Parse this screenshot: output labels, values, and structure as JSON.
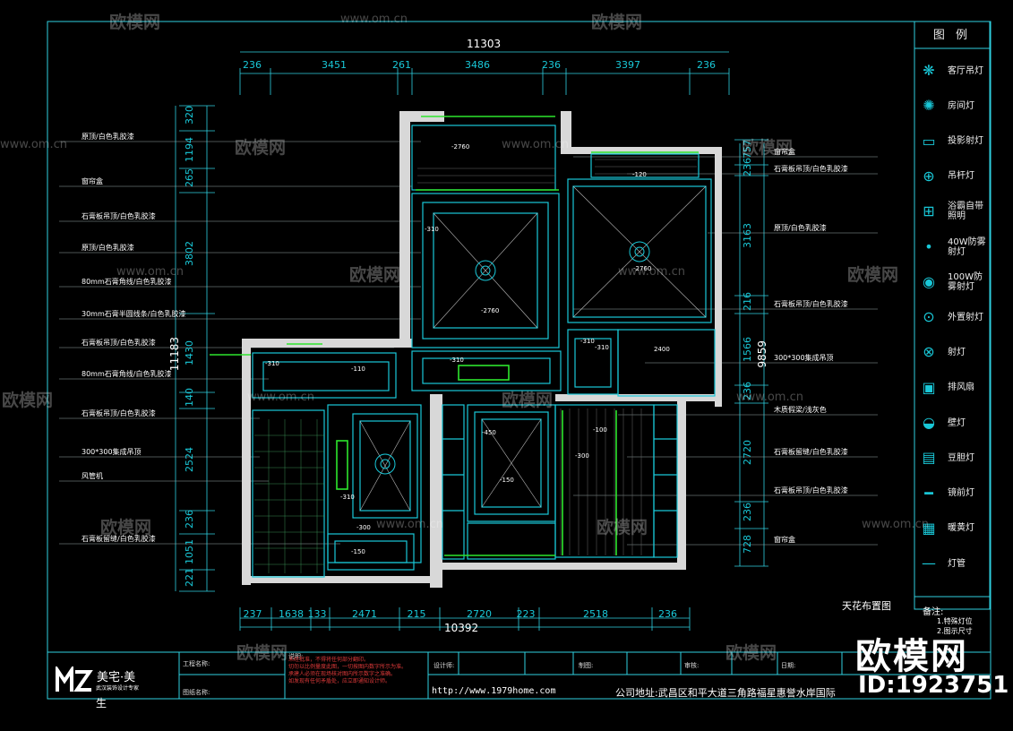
{
  "legend": {
    "title": "图 例",
    "items": [
      {
        "label": "客厅吊灯",
        "icon": "chandelier-icon"
      },
      {
        "label": "房间灯",
        "icon": "room-light-icon"
      },
      {
        "label": "投影射灯",
        "icon": "projection-spotlight-icon"
      },
      {
        "label": "吊杆灯",
        "icon": "pendant-rod-light-icon"
      },
      {
        "label": "浴霸自带照明",
        "icon": "bath-heater-icon"
      },
      {
        "label": "40W防雾射灯",
        "icon": "antifog-spotlight-40w-icon"
      },
      {
        "label": "100W防雾射灯",
        "icon": "antifog-spotlight-100w-icon"
      },
      {
        "label": "外置射灯",
        "icon": "external-spotlight-icon"
      },
      {
        "label": "射灯",
        "icon": "spotlight-icon"
      },
      {
        "label": "排风扇",
        "icon": "exhaust-fan-icon"
      },
      {
        "label": "壁灯",
        "icon": "wall-lamp-icon"
      },
      {
        "label": "豆胆灯",
        "icon": "grille-light-icon"
      },
      {
        "label": "镜前灯",
        "icon": "mirror-light-icon"
      },
      {
        "label": "暖黄灯",
        "icon": "warm-light-icon"
      },
      {
        "label": "灯管",
        "icon": "tube-light-icon"
      }
    ]
  },
  "notes": {
    "label": "备注:",
    "line1": "1.特殊灯位",
    "line2": "2.图示尺寸"
  },
  "dimensions": {
    "top_total": "11303",
    "top_segments": [
      "236",
      "3451",
      "261",
      "3486",
      "236",
      "3397",
      "236"
    ],
    "bottom_total": "10392",
    "bottom_segments": [
      "237",
      "1638",
      "133",
      "2471",
      "215",
      "2720",
      "223",
      "2518",
      "236"
    ],
    "left_total": "11183",
    "left_segments": [
      "320",
      "1194",
      "265",
      "3802",
      "1430",
      "140",
      "2524",
      "236",
      "1051",
      "221"
    ],
    "right_total": "9859",
    "right_segments": [
      "757",
      "236",
      "3163",
      "216",
      "1566",
      "236",
      "2720",
      "236",
      "728"
    ]
  },
  "left_callouts": [
    "原顶/白色乳胶漆",
    "窗帘盒",
    "石膏板吊顶/白色乳胶漆",
    "原顶/白色乳胶漆",
    "80mm石膏角线/白色乳胶漆",
    "30mm石膏半圆线条/白色乳胶漆",
    "石膏板吊顶/白色乳胶漆",
    "80mm石膏角线/白色乳胶漆",
    "石膏板吊顶/白色乳胶漆",
    "300*300集成吊顶",
    "风管机",
    "石膏板留缝/白色乳胶漆"
  ],
  "right_callouts": [
    "窗帘盒",
    "石膏板吊顶/白色乳胶漆",
    "原顶/白色乳胶漆",
    "石膏板吊顶/白色乳胶漆",
    "300*300集成吊顶",
    "木质假梁/浅灰色",
    "石膏板留缝/白色乳胶漆",
    "石膏板吊顶/白色乳胶漆",
    "窗帘盒"
  ],
  "plan_labels": {
    "h1": "-2760",
    "h2": "-310",
    "h3": "-2760",
    "h4": "-2760",
    "h5": "-120",
    "h6": "-310",
    "h7": "-110",
    "h8": "-310",
    "h9": "-310",
    "h10": "-310",
    "h11": "2400",
    "h12": "-450",
    "h13": "-150",
    "h14": "-100",
    "h15": "-300",
    "h16": "-310",
    "h17": "-300",
    "h18": "-150"
  },
  "drawing_title": "天花布置图",
  "title_block": {
    "brand": "美宅·美",
    "brand_line2": "生",
    "brand_sub": "武汉装饰设计专家",
    "project_label": "工程名称:",
    "drawing_label": "图纸名称:",
    "notes_label": "说明:",
    "note_lines": [
      "未经批准，不得将任何部分翻印。",
      "切勿以比例量度此图，一切按图内数字所示为准。",
      "承建人必须在现场核对图内所示数字之准确。",
      "如发现有任何矛盾处，应立即通知设计师。"
    ],
    "designer_label": "设计师:",
    "draw_label": "制图:",
    "review_label": "审核:",
    "date_label": "日期:",
    "website": "http://www.1979home.com",
    "address": "公司地址:武昌区和平大道三角路福星惠誉水岸国际"
  },
  "watermark": {
    "brand": "欧模网",
    "url": "www.om.cn",
    "id": "ID:1923751"
  },
  "colors": {
    "cyan": "#19c8d8",
    "green": "#2ee62e",
    "wall": "#e6e6e6",
    "red": "#e03a3a"
  }
}
